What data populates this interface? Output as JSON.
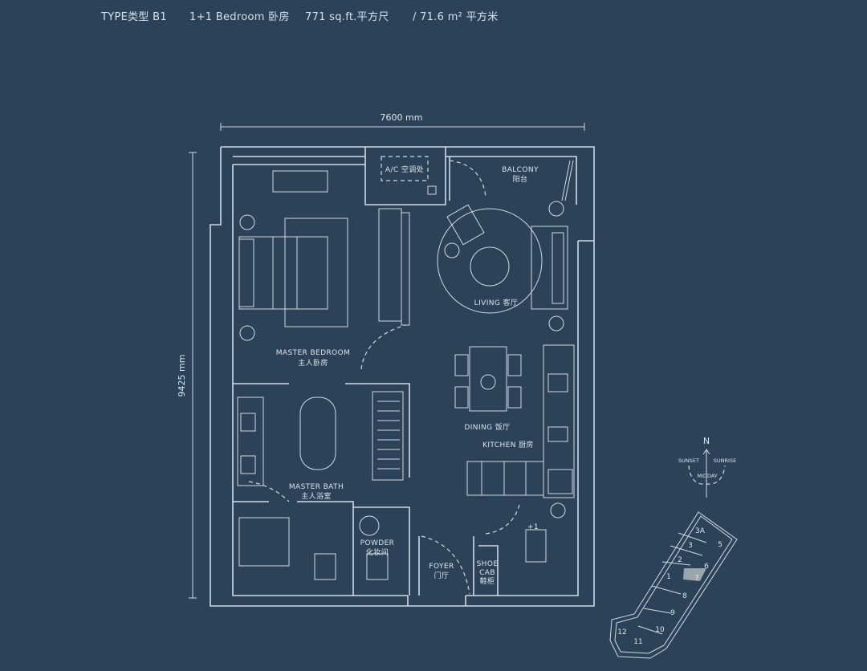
{
  "header": {
    "type": "TYPE类型 B1",
    "bedrooms": "1+1 Bedroom 卧房",
    "area_sqft": "771 sq.ft.平方尺",
    "area_sqm": "/  71.6 m² 平方米"
  },
  "dimensions": {
    "width": "7600 mm",
    "depth": "9425 mm"
  },
  "rooms": {
    "ac": "A/C 空调处",
    "balcony_en": "BALCONY",
    "balcony_cn": "阳台",
    "living": "LIVING 客厅",
    "master_bedroom_en": "MASTER BEDROOM",
    "master_bedroom_cn": "主人卧房",
    "dining": "DINING 饭厅",
    "kitchen": "KITCHEN 厨房",
    "master_bath_en": "MASTER BATH",
    "master_bath_cn": "主人浴室",
    "powder_en": "POWDER",
    "powder_cn": "化妆间",
    "foyer_en": "FOYER",
    "foyer_cn": "门厅",
    "shoe_en1": "SHOE",
    "shoe_en2": "CAB",
    "shoe_cn": "鞋柜",
    "plus_one": "+1"
  },
  "compass": {
    "north": "N",
    "sunset": "SUNSET",
    "sunrise": "SUNRISE",
    "midday": "MIDDAY"
  },
  "keyplan": {
    "units": [
      "3A",
      "3",
      "5",
      "2",
      "6",
      "1",
      "7",
      "8",
      "9",
      "10",
      "12",
      "11"
    ],
    "highlighted_unit": "7",
    "highlight_color": "#9aa6ae"
  }
}
